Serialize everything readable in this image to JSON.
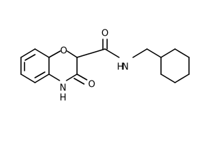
{
  "molecule": {
    "atoms": {
      "ring_oxygen": "O",
      "carbonyl_oxygen_amide": "O",
      "carbonyl_oxygen_lactam": "O",
      "amide_nitrogen": "N",
      "amide_hydrogen": "H",
      "lactam_nitrogen": "N",
      "lactam_hydrogen": "H"
    }
  }
}
